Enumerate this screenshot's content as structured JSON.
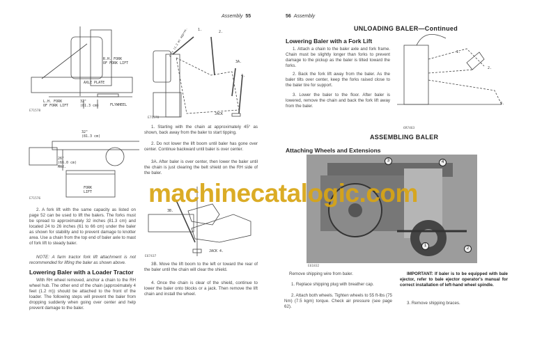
{
  "left_page": {
    "header": {
      "section": "Assembly",
      "page_number": "55"
    },
    "fig1": {
      "labels": {
        "rh_fork": "R.H. FORK\nOF FORK LIFT",
        "axle_plate": "AXLE PLATE",
        "lh_fork": "L.H. FORK\nOF FORK LIFT",
        "spread": "32\"\n(81.3 cm)",
        "flywheel": "FLYWHEEL"
      },
      "code": "E71578"
    },
    "fig2": {
      "labels": {
        "step1": "1.",
        "step2": "2.",
        "step3a": "3A.",
        "step4": "4.",
        "jack": "JACK",
        "dist": "4 ft (1.2 m) approx."
      },
      "code": "E71578"
    },
    "fig3": {
      "labels": {
        "spread": "32\"\n(81.3 cm)",
        "height": "26\"\n(66.0 cm)\nMAX.",
        "fork_lift": "FORK\nLIFT"
      },
      "code": "E71576"
    },
    "fig4": {
      "labels": {
        "step3b": "3B.",
        "jack": "JACK 4."
      },
      "code": "E67437"
    },
    "steps": {
      "s1": "1. Starting with the chain at approximately 45° as shown, back away from the baler to start tipping.",
      "s2": "2. Do not lower the lift boom until baler has gone over center. Continue backward until baler is over center.",
      "s3a": "3A. After baler is over center, then lower the baler until the chain is just clearing the belt shield on the RH side of the baler.",
      "s3b": "3B. Move the lift boom to the left or toward the rear of the baler until the chain will clear the shield.",
      "s4": "4. Once the chain is clear of the shield, continue to lower the baler onto blocks or a jack. Then remove the lift chain and install the wheel."
    },
    "para2": "2. A fork lift with the same capacity as listed on page 52 can be used to lift the balers. The forks must be spread to approximately 32 inches (81.3 cm) and located 24 to 26 inches (61 to 66 cm) under the baler as shown for stability and to prevent damage to knotter area. Use a chain from the top end of baler axle to mast of fork lift to steady baler.",
    "note": "NOTE: A farm tractor fork lift attachment is not recommended for lifting the baler as shown above.",
    "loader_heading": "Lowering Baler with a Loader Tractor",
    "loader_text": "With RH wheel removed, anchor a chain to the RH wheel hub. The other end of the chain (approximately 4 feet (1.2 m)) should be attached to the front of the loader. The following steps will prevent the baler from dropping suddenly when going over center and help prevent damage to the baler."
  },
  "right_page": {
    "header": {
      "page_number": "56",
      "section": "Assembly"
    },
    "banner": "UNLOADING BALER—Continued",
    "fork_heading": "Lowering Baler with a Fork Lift",
    "fork_steps": [
      "1. Attach a chain to the baler axle and fork frame. Chain must be slightly longer than forks to prevent damage to the pickup as the baler is tilted toward the forks.",
      "2. Back the fork lift away from the baler. As the baler tilts over center, keep the forks raised close to the baler tire for support.",
      "3. Lower the baler to the floor. After baler is lowered, remove the chain and back the fork lift away from the baler."
    ],
    "fig5": {
      "labels": [
        "1.",
        "2.",
        "3."
      ],
      "code": "6R7463"
    },
    "assembling_title": "ASSEMBLING BALER",
    "wheels_heading": "Attaching Wheels and Extensions",
    "photo": {
      "callouts": [
        "1",
        "2",
        "3",
        "4"
      ],
      "code": "E61832"
    },
    "left_col": [
      "Remove shipping wire from baler.",
      "1. Replace shipping plug with breather cap.",
      "2. Attach both wheels. Tighten wheels to 55 ft-lbs (75 Nm) (7.5 kgm) torque. Check air pressure (see page 62)."
    ],
    "important": "IMPORTANT: If baler is to be equipped with bale ejector, refer to bale ejector operator's manual for correct installation of left-hand wheel spindle.",
    "step3": "3. Remove shipping braces."
  },
  "watermark": "machinecatalogic.com"
}
